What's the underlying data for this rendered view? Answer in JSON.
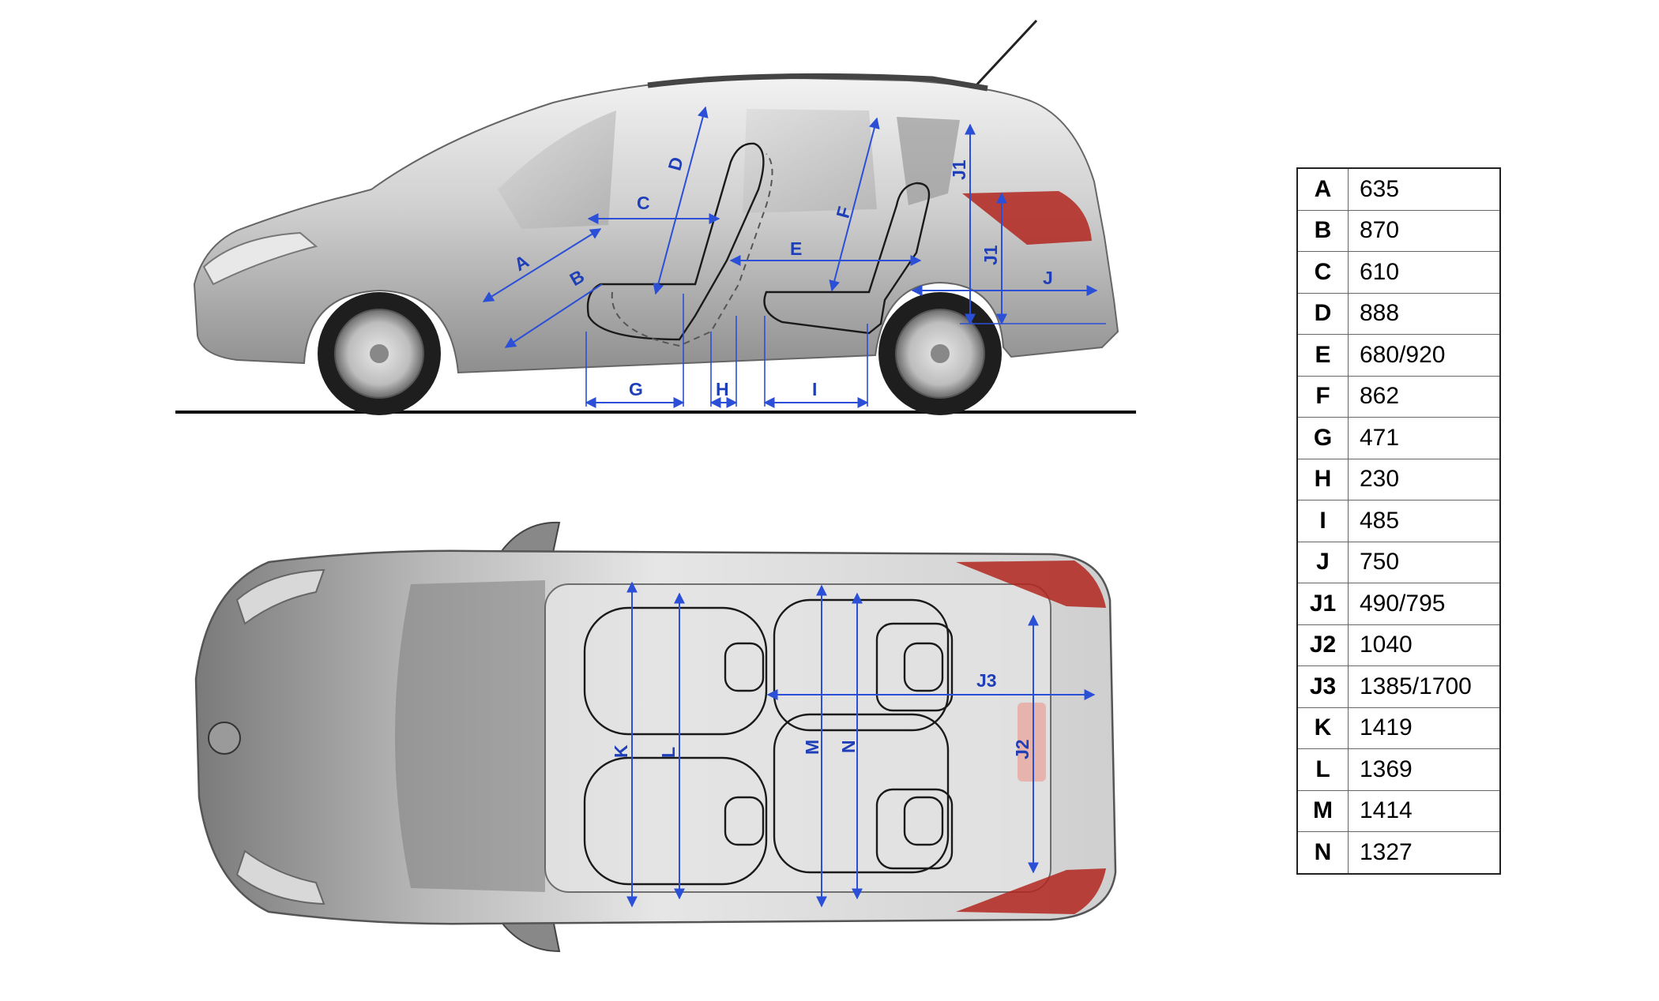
{
  "side_view_labels": {
    "A": "A",
    "B": "B",
    "C": "C",
    "D": "D",
    "E": "E",
    "F": "F",
    "G": "G",
    "H": "H",
    "I": "I",
    "J": "J",
    "J1a": "J1",
    "J1b": "J1"
  },
  "top_view_labels": {
    "J2": "J2",
    "J3": "J3",
    "K": "K",
    "L": "L",
    "M": "M",
    "N": "N"
  },
  "dimension_table": [
    {
      "code": "A",
      "value": "635"
    },
    {
      "code": "B",
      "value": "870"
    },
    {
      "code": "C",
      "value": "610"
    },
    {
      "code": "D",
      "value": "888"
    },
    {
      "code": "E",
      "value": "680/920"
    },
    {
      "code": "F",
      "value": "862"
    },
    {
      "code": "G",
      "value": "471"
    },
    {
      "code": "H",
      "value": "230"
    },
    {
      "code": "I",
      "value": "485"
    },
    {
      "code": "J",
      "value": "750"
    },
    {
      "code": "J1",
      "value": "490/795"
    },
    {
      "code": "J2",
      "value": "1040"
    },
    {
      "code": "J3",
      "value": "1385/1700"
    },
    {
      "code": "K",
      "value": "1419"
    },
    {
      "code": "L",
      "value": "1369"
    },
    {
      "code": "M",
      "value": "1414"
    },
    {
      "code": "N",
      "value": "1327"
    }
  ],
  "colors": {
    "dimension_blue": "#2b4fd6",
    "body_silver": "#c9c9c9",
    "taillight_red": "#b3261e"
  }
}
